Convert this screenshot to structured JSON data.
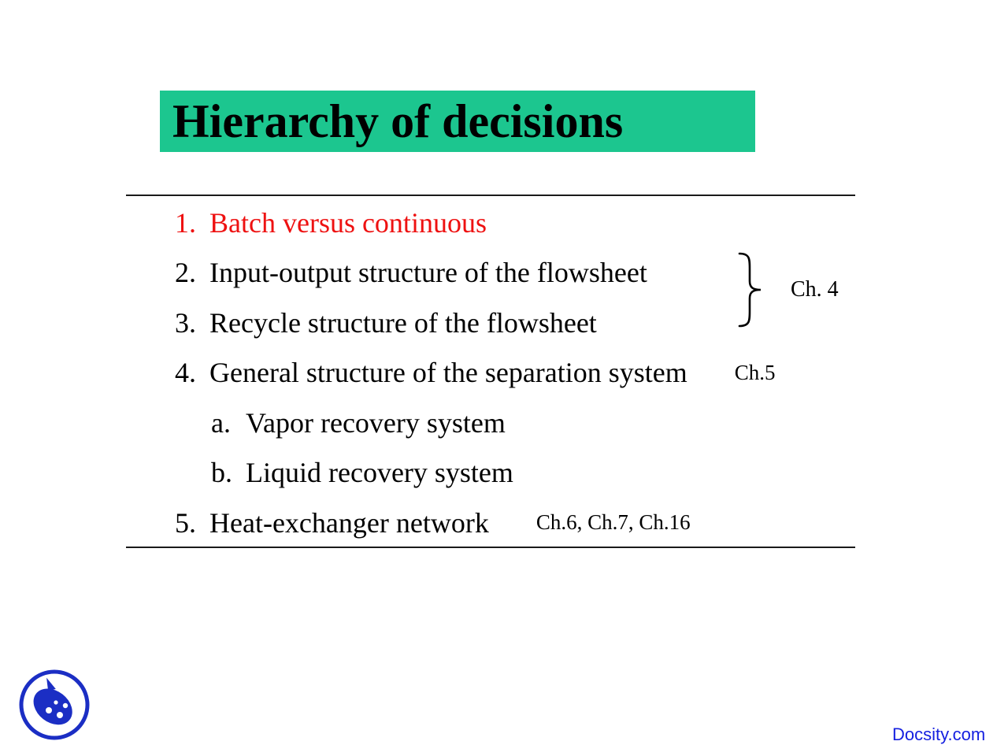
{
  "slide": {
    "title": "Hierarchy of decisions",
    "title_bg_color": "#1cc68f",
    "item1_color": "#ee1111",
    "items": [
      {
        "number": "1.",
        "text": "Batch versus continuous"
      },
      {
        "number": "2.",
        "text": "Input-output structure of the flowsheet"
      },
      {
        "number": "3.",
        "text": "Recycle structure of the flowsheet"
      },
      {
        "number": "4.",
        "text": "General structure of the separation system",
        "chapter": "Ch.5"
      },
      {
        "number": "a.",
        "text": "Vapor recovery system"
      },
      {
        "number": "b.",
        "text": "Liquid recovery system"
      },
      {
        "number": "5.",
        "text": "Heat-exchanger network",
        "chapter": "Ch.6, Ch.7, Ch.16"
      }
    ],
    "brace_label": "Ch. 4"
  },
  "footer": {
    "brand_text": "Docsity.com",
    "brand_color": "#1520e0",
    "logo_color": "#1b2ec4"
  }
}
